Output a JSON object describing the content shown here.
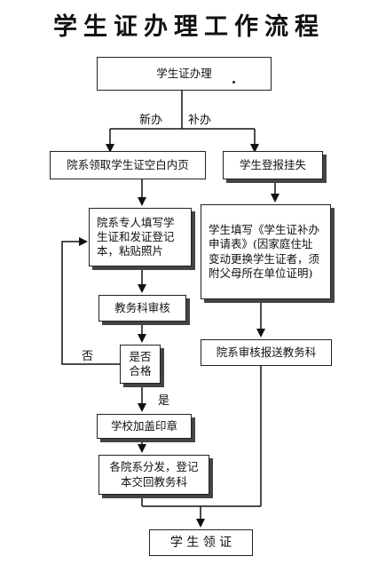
{
  "title": "学生证办理工作流程",
  "nodes": {
    "start": "学生证办理",
    "new_issue_step1": "院系领取学生证空白内页",
    "new_issue_step2": "院系专人填写学生证和发证登记本，粘贴照片",
    "new_issue_step3": "教务科审核",
    "decision": "是否合格",
    "new_issue_step4": "学校加盖印章",
    "new_issue_step5": "各院系分发，登记本交回教务科",
    "reissue_step1": "学生登报挂失",
    "reissue_step2": "学生填写《学生证补办申请表》(因家庭住址变动更换学生证者，须附父母所在单位证明)",
    "reissue_step3": "院系审核报送教务科",
    "end": "学 生 领 证"
  },
  "edge_labels": {
    "new": "新办",
    "reissue": "补办",
    "no": "否",
    "yes": "是"
  }
}
